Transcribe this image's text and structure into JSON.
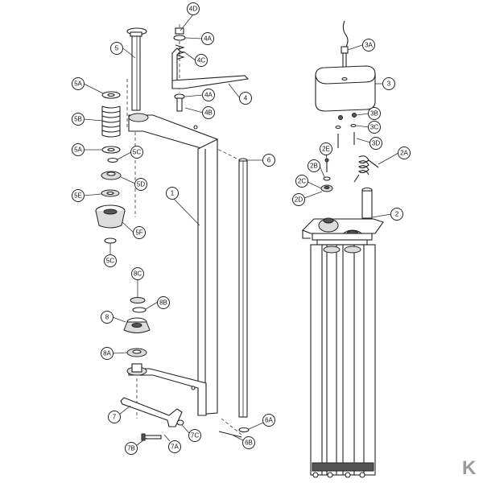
{
  "diagram": {
    "callouts": {
      "c1": "1",
      "c2": "2",
      "c2A": "2A",
      "c2B": "2B",
      "c2C": "2C",
      "c2D": "2D",
      "c2E": "2E",
      "c3": "3",
      "c3A": "3A",
      "c3B": "3B",
      "c3C": "3C",
      "c3D": "3D",
      "c4": "4",
      "c4A1": "4A",
      "c4A2": "4A",
      "c4B": "4B",
      "c4C": "4C",
      "c4D": "4D",
      "c5": "5",
      "c5A1": "5A",
      "c5A2": "5A",
      "c5B": "5B",
      "c5C1": "5C",
      "c5C2": "5C",
      "c5D": "5D",
      "c5E": "5E",
      "c5F": "5F",
      "c6": "6",
      "c6A": "6A",
      "c6B": "6B",
      "c7": "7",
      "c7A": "7A",
      "c7B": "7B",
      "c7C": "7C",
      "c8": "8",
      "c8A": "8A",
      "c8B": "8B",
      "c8C": "8C"
    },
    "brand_mark": "K"
  },
  "colors": {
    "line": "#222222",
    "shade": "#dcdcdc",
    "brand": "#9a9a9a"
  }
}
